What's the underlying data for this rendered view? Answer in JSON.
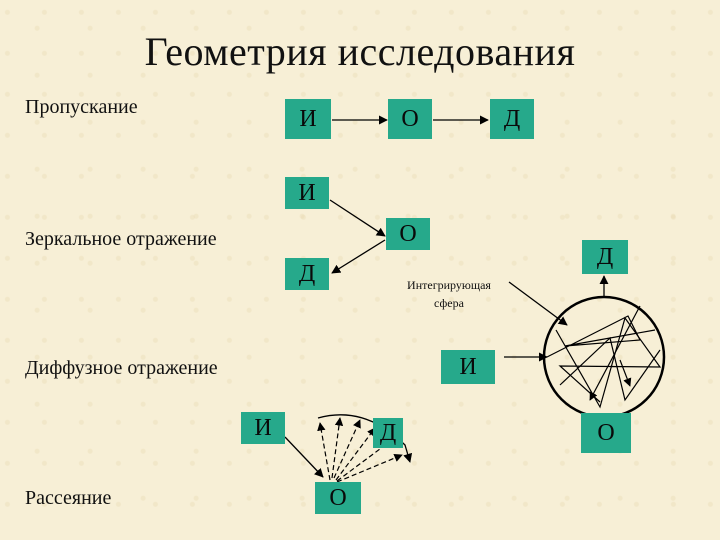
{
  "title": "Геометрия исследования",
  "rows": {
    "transmission": {
      "label": "Пропускание",
      "source": "И",
      "object": "О",
      "detector": "Д"
    },
    "specular": {
      "label": "Зеркальное отражение",
      "source": "И",
      "object": "О",
      "detector": "Д"
    },
    "diffuse": {
      "label": "Диффузное отражение",
      "source": "И",
      "object": "О",
      "detector": "Д"
    },
    "scattering": {
      "label": "Рассеяние",
      "source": "И",
      "object": "О",
      "detector": "Д"
    }
  },
  "sphere_caption": [
    "Интегрирующая",
    "сфера"
  ]
}
